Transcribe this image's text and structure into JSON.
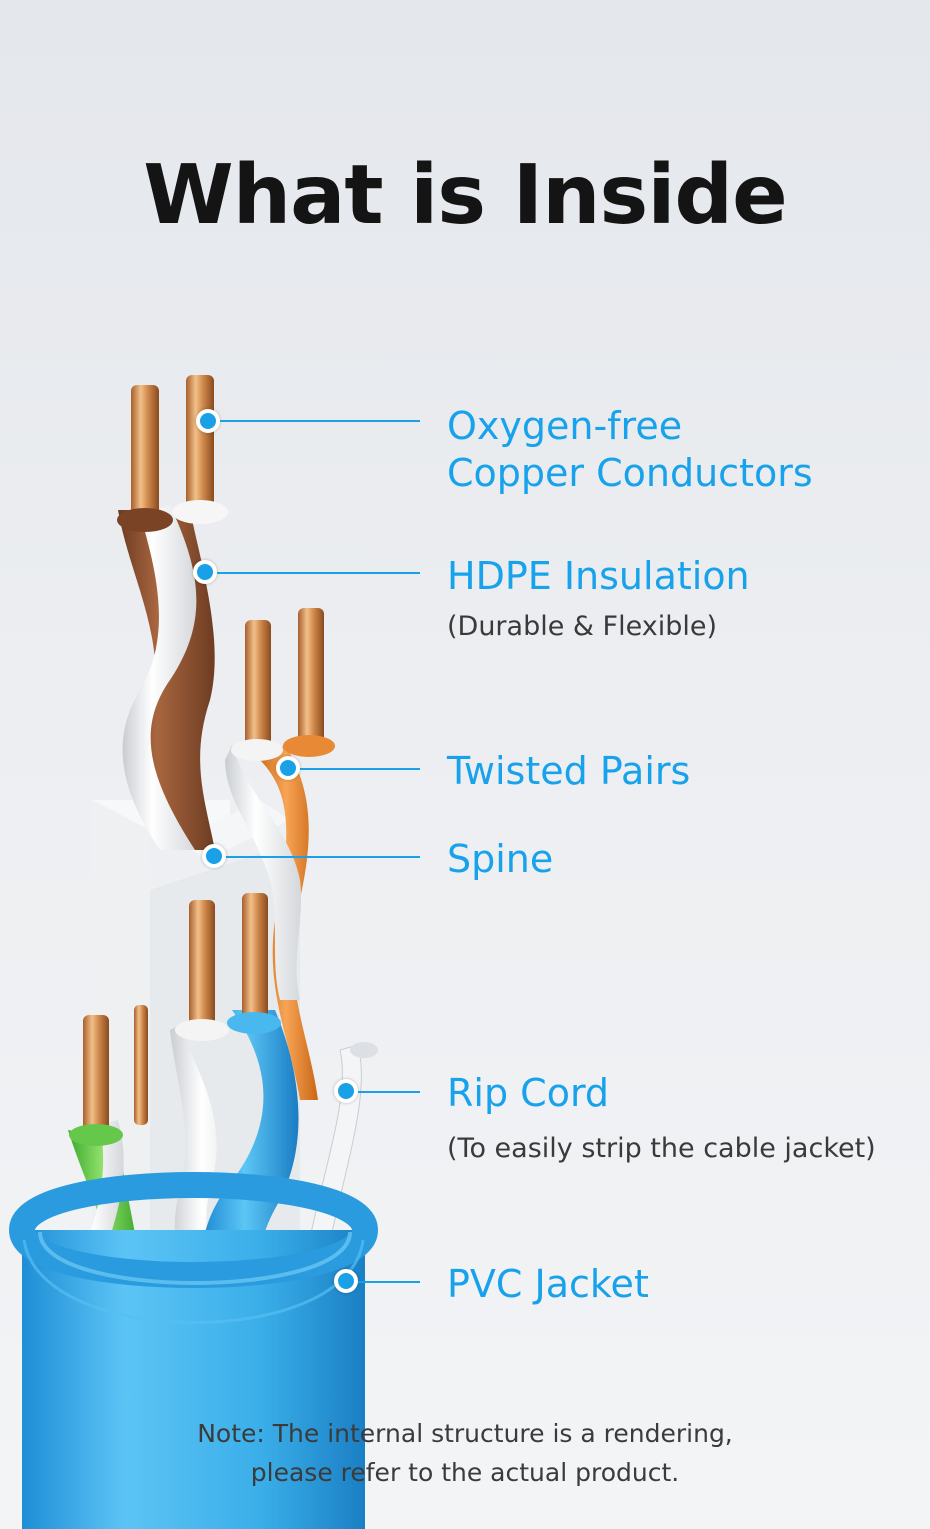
{
  "title": "What is Inside",
  "accent_color": "#1aa0e6",
  "callouts": [
    {
      "label_line1": "Oxygen-free",
      "label_line2": "Copper Conductors",
      "sub": ""
    },
    {
      "label_line1": "HDPE Insulation",
      "sub": "(Durable & Flexible)"
    },
    {
      "label_line1": "Twisted Pairs",
      "sub": ""
    },
    {
      "label_line1": "Spine",
      "sub": ""
    },
    {
      "label_line1": "Rip Cord",
      "sub": "(To easily strip the cable jacket)"
    },
    {
      "label_line1": "PVC Jacket",
      "sub": ""
    }
  ],
  "note_line1": "Note: The internal structure is a rendering,",
  "note_line2": "please refer to the actual product."
}
